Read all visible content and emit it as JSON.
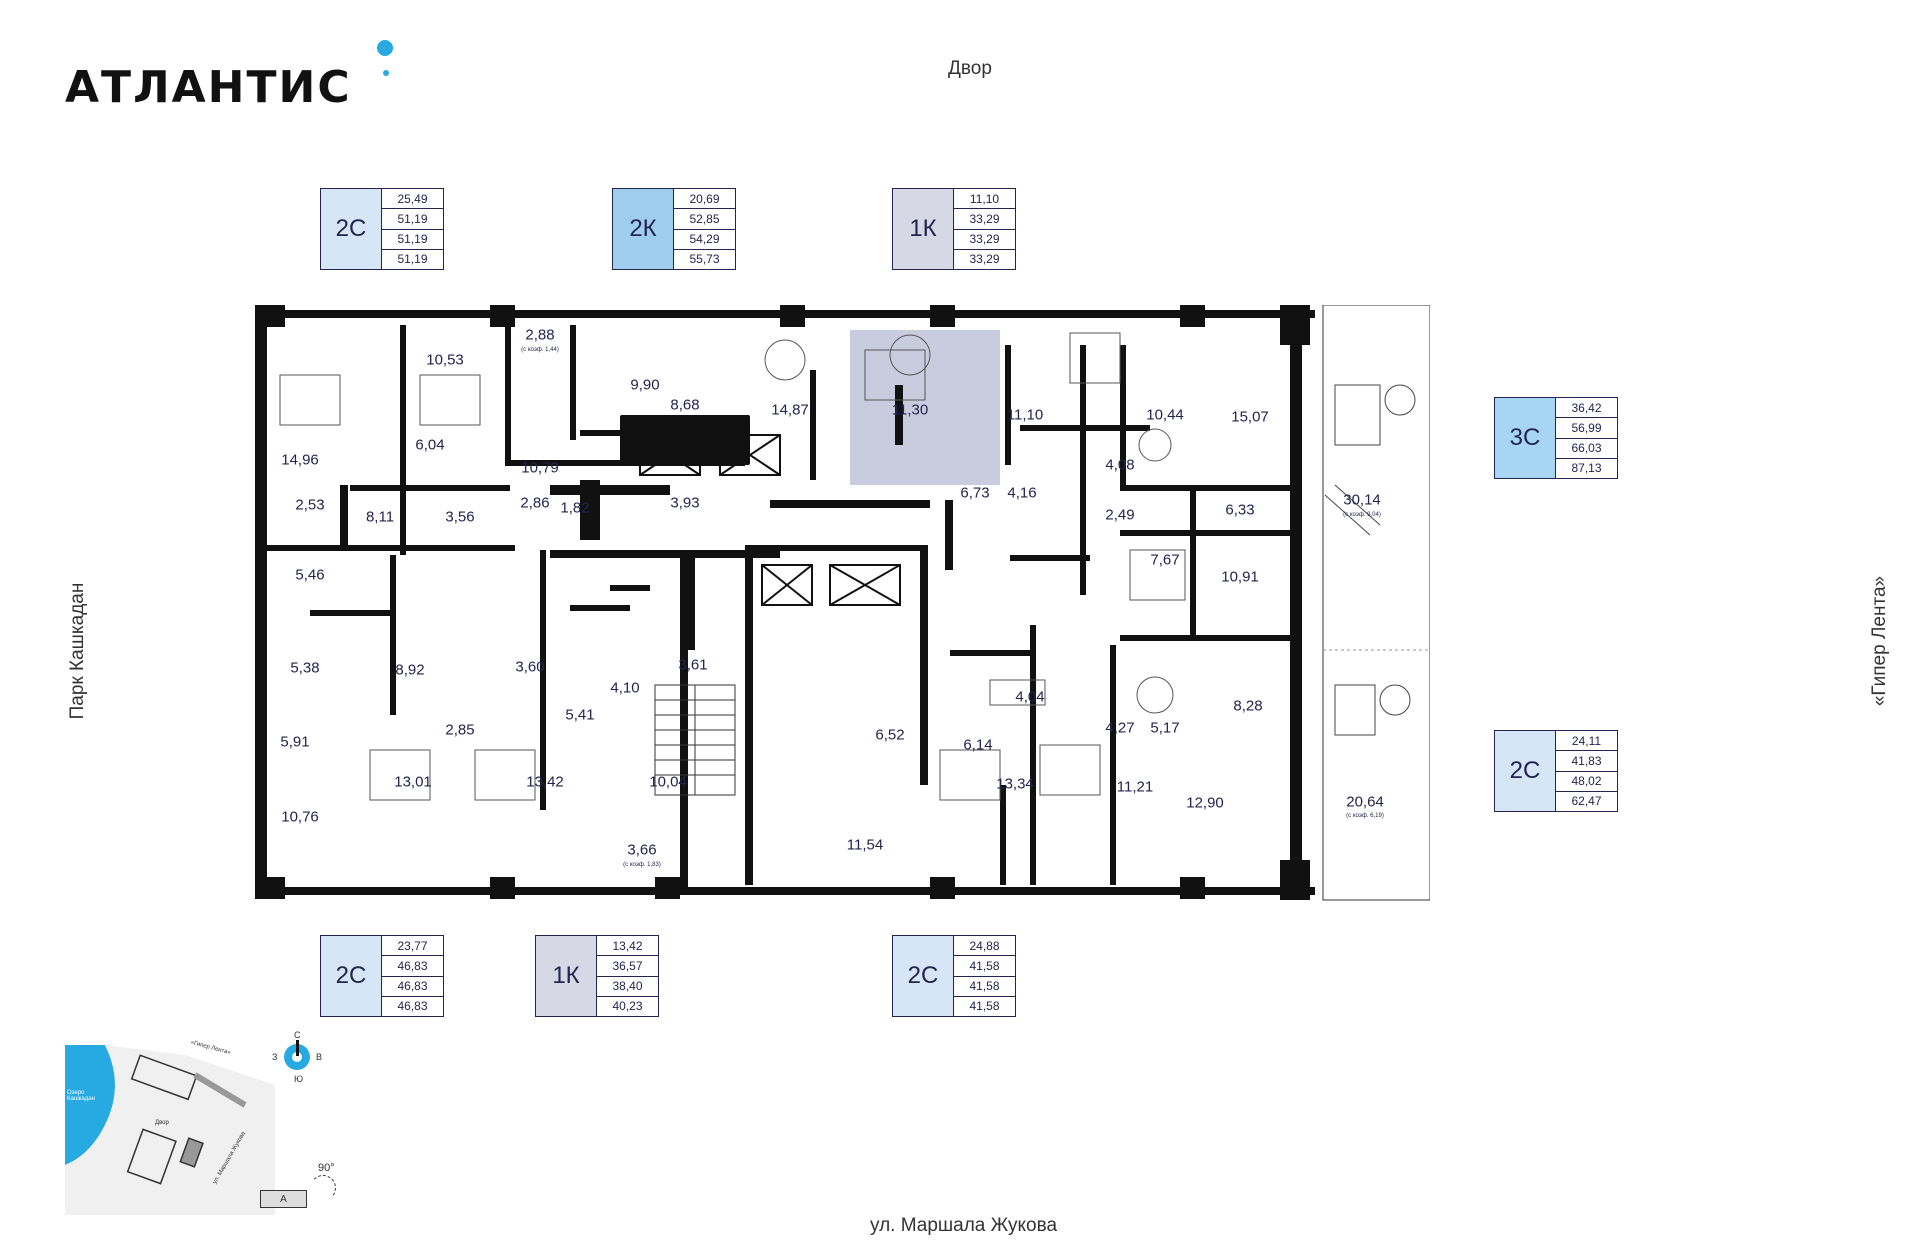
{
  "brand": {
    "name": "АТЛАНТИС"
  },
  "orientation": {
    "top": "Двор",
    "bottom": "ул. Маршала Жукова",
    "left": "Парк Кашкадан",
    "right": "«Гипер Лента»"
  },
  "colors": {
    "c2s": "#d6e6f6",
    "c2k": "#9fcdee",
    "c1k": "#d6d8e6",
    "c3s": "#a6d6f3",
    "walls": "#111111",
    "text": "#23244f",
    "accent": "#27aae1",
    "highlight": "#c9cbdf"
  },
  "apartments": [
    {
      "id": "top-2s",
      "type": "2С",
      "color": "#d6e6f6",
      "values": [
        "25,49",
        "51,19",
        "51,19",
        "51,19"
      ]
    },
    {
      "id": "top-2k",
      "type": "2К",
      "color": "#9fcdee",
      "values": [
        "20,69",
        "52,85",
        "54,29",
        "55,73"
      ]
    },
    {
      "id": "top-1k",
      "type": "1К",
      "color": "#d6d8e6",
      "values": [
        "11,10",
        "33,29",
        "33,29",
        "33,29"
      ]
    },
    {
      "id": "right-3s",
      "type": "3С",
      "color": "#a6d6f3",
      "values": [
        "36,42",
        "56,99",
        "66,03",
        "87,13"
      ]
    },
    {
      "id": "right-2s",
      "type": "2С",
      "color": "#d6e6f6",
      "values": [
        "24,11",
        "41,83",
        "48,02",
        "62,47"
      ]
    },
    {
      "id": "bottom-2s-a",
      "type": "2С",
      "color": "#d6e6f6",
      "values": [
        "23,77",
        "46,83",
        "46,83",
        "46,83"
      ]
    },
    {
      "id": "bottom-1k",
      "type": "1К",
      "color": "#d6d8e6",
      "values": [
        "13,42",
        "36,57",
        "38,40",
        "40,23"
      ]
    },
    {
      "id": "bottom-2s-b",
      "type": "2С",
      "color": "#d6e6f6",
      "values": [
        "24,88",
        "41,58",
        "41,58",
        "41,58"
      ]
    }
  ],
  "room_areas": [
    "10,53",
    "2,88",
    "9,90",
    "14,87",
    "11,30",
    "11,10",
    "10,44",
    "15,07",
    "14,96",
    "6,04",
    "10,79",
    "8,68",
    "6,73",
    "4,16",
    "4,08",
    "6,33",
    "2,53",
    "8,11",
    "3,56",
    "2,86",
    "1,82",
    "3,93",
    "2,49",
    "30,14",
    "5,46",
    "7,67",
    "10,91",
    "5,38",
    "8,92",
    "3,60",
    "4,10",
    "3,61",
    "4,04",
    "5,17",
    "8,28",
    "5,91",
    "5,41",
    "2,85",
    "4,27",
    "6,52",
    "6,14",
    "13,01",
    "13,42",
    "10,04",
    "13,34",
    "11,21",
    "12,90",
    "20,64",
    "10,76",
    "3,66",
    "11,54"
  ],
  "notes": [
    "(с коэф. 1,44)",
    "(с коэф. 9,04)",
    "(с коэф. 6,19)",
    "(с коэф. 1,83)"
  ],
  "compass": {
    "n": "С",
    "s": "Ю",
    "w": "З",
    "e": "В"
  },
  "site_plan": {
    "lake": "Озеро Кашкадан",
    "road": "«Гипер Лента»",
    "street": "ул. Маршала Жукова",
    "yard": "Двор",
    "section": "А",
    "rotation": "90°"
  }
}
